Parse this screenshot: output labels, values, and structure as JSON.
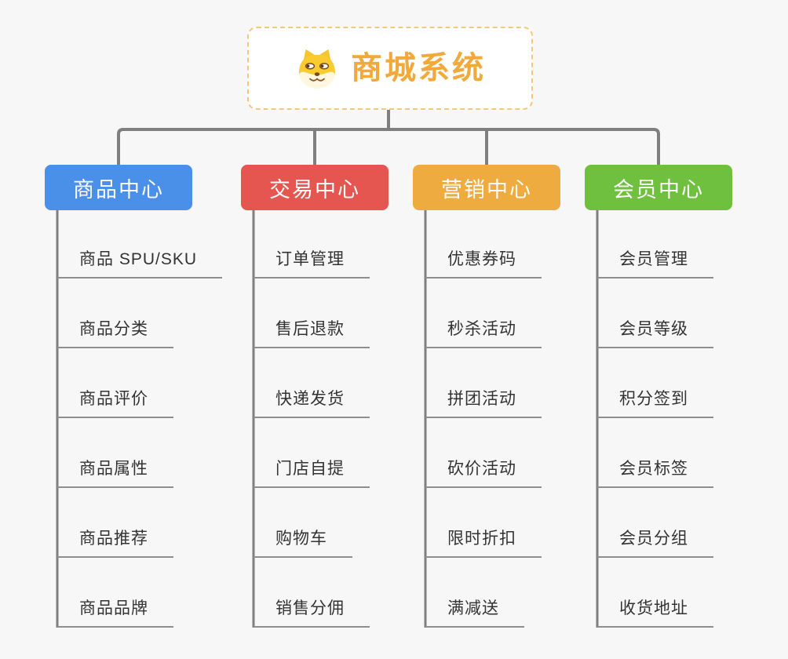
{
  "root": {
    "title": "商城系统",
    "icon": "dog-face-icon",
    "title_color": "#F2A93B",
    "border_color": "#F5C77E"
  },
  "branches": [
    {
      "label": "商品中心",
      "color": "#4A8FE8",
      "children": [
        "商品 SPU/SKU",
        "商品分类",
        "商品评价",
        "商品属性",
        "商品推荐",
        "商品品牌"
      ]
    },
    {
      "label": "交易中心",
      "color": "#E4564F",
      "children": [
        "订单管理",
        "售后退款",
        "快递发货",
        "门店自提",
        "购物车",
        "销售分佣"
      ]
    },
    {
      "label": "营销中心",
      "color": "#EEAC40",
      "children": [
        "优惠券码",
        "秒杀活动",
        "拼团活动",
        "砍价活动",
        "限时折扣",
        "满减送"
      ]
    },
    {
      "label": "会员中心",
      "color": "#70C040",
      "children": [
        "会员管理",
        "会员等级",
        "积分签到",
        "会员标签",
        "会员分组",
        "收货地址"
      ]
    }
  ],
  "colors": {
    "background": "#F7F7F7",
    "connector": "#7F7F7F",
    "underline": "#8E8E8E",
    "leaf_text": "#333333"
  }
}
